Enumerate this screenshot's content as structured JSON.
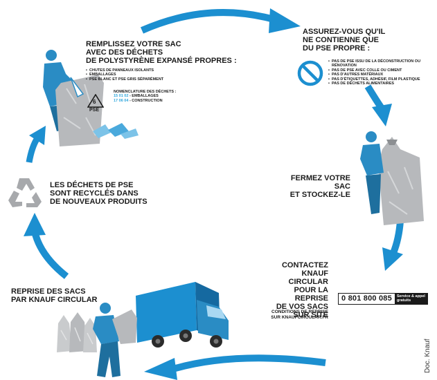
{
  "steps": {
    "fill": {
      "title_lines": [
        "REMPLISSEZ VOTRE SAC",
        "AVEC DES DÉCHETS",
        "DE POLYSTYRÈNE EXPANSÉ PROPRES :"
      ],
      "items": [
        "CHUTES DE PANNEAUX ISOLANTS",
        "EMBALLAGES",
        "PSE BLANC ET PSE GRIS SÉPARÉMENT"
      ],
      "nomenclature_title": "NOMENCLATURE DES DÉCHETS :",
      "nomenclature": [
        {
          "code": "15 01 02",
          "label": " - EMBALLAGES"
        },
        {
          "code": "17 06 04",
          "label": " - CONSTRUCTION"
        }
      ],
      "recycle_number": "6",
      "recycle_label": "PSE"
    },
    "check": {
      "title_lines": [
        "ASSUREZ-VOUS QU'IL",
        "NE CONTIENNE QUE",
        "DU PSE PROPRE :"
      ],
      "items": [
        "PAS DE PSE ISSU DE LA DÉCONSTRUCTION OU RÉNOVATION",
        "PAS DE PSE AVEC COLLE OU CIMENT",
        "PAS D'AUTRES MATÉRIAUX",
        "PAS D'ÉTIQUETTES, ADHÉSIF, FILM PLASTIQUE",
        "PAS DE DÉCHETS ALIMENTAIRES"
      ]
    },
    "close": {
      "title_lines": [
        "FERMEZ VOTRE SAC",
        "ET STOCKEZ-LE"
      ]
    },
    "contact": {
      "title_lines": [
        "CONTACTEZ",
        "KNAUF CIRCULAR",
        "POUR LA REPRISE",
        "DE VOS SACS",
        "SUR SITE"
      ],
      "phone": "0 801 800 085",
      "phone_tag_lines": [
        "Service & appel",
        "gratuits"
      ],
      "conditions_lines": [
        "CONDITIONS DE REPRISE",
        "SUR KNAUFCIRCULAR.FR"
      ]
    },
    "pickup": {
      "title_lines": [
        "REPRISE DES SACS",
        "PAR KNAUF CIRCULAR"
      ]
    },
    "recycle": {
      "title_lines": [
        "LES DÉCHETS DE PSE",
        "SONT RECYCLÉS DANS",
        "DE NOUVEAUX PRODUITS"
      ]
    }
  },
  "credit": "Doc. Knauf",
  "colors": {
    "accent_blue": "#1c8fd0",
    "worker_blue": "#2a8cc4",
    "bag_grey": "#b7b9bc",
    "text_dark": "#1a1a1a",
    "code_blue": "#2ea6dc"
  },
  "icons": [
    "prohibition-icon",
    "recycle-pse-icon",
    "recycling-arrows-icon",
    "truck-icon",
    "worker-icon",
    "bag-icon"
  ]
}
